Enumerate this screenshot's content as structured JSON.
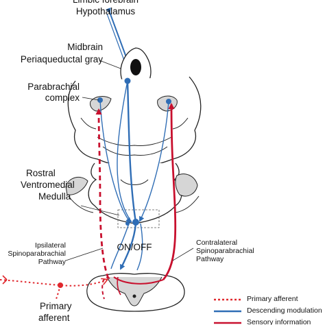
{
  "labels": {
    "top_partial": "Limbic forebrain",
    "hypothalamus": "Hypothalamus",
    "midbrain_line1": "Midbrain",
    "midbrain_line2": "Periaqueductal gray",
    "parabrachial_line1": "Parabrachial",
    "parabrachial_line2": "complex",
    "rvm_line1": "Rostral",
    "rvm_line2": "Ventromedial",
    "rvm_line3": "Medulla",
    "onoff": "ON/OFF",
    "ipsi_line1": "Ipsilateral",
    "ipsi_line2": "Spinoparabrachial",
    "ipsi_line3": "Pathway",
    "contra_line1": "Contralateral",
    "contra_line2": "Spinoparabrachial",
    "contra_line3": "Pathway",
    "primary_line1": "Primary",
    "primary_line2": "afferent"
  },
  "legend": [
    {
      "label": "Primary afferent",
      "style": "dotted",
      "color": "#e0282e"
    },
    {
      "label": "Descending modulation",
      "style": "solid",
      "color": "#2f6db5"
    },
    {
      "label": "Sensory information",
      "style": "solid",
      "color": "#c8102e"
    }
  ],
  "colors": {
    "ascending_red": "#c8102e",
    "afferent_red": "#e0282e",
    "descending_blue": "#2f6db5",
    "tissue_gray": "#d6d6d6",
    "outline": "#222222"
  }
}
